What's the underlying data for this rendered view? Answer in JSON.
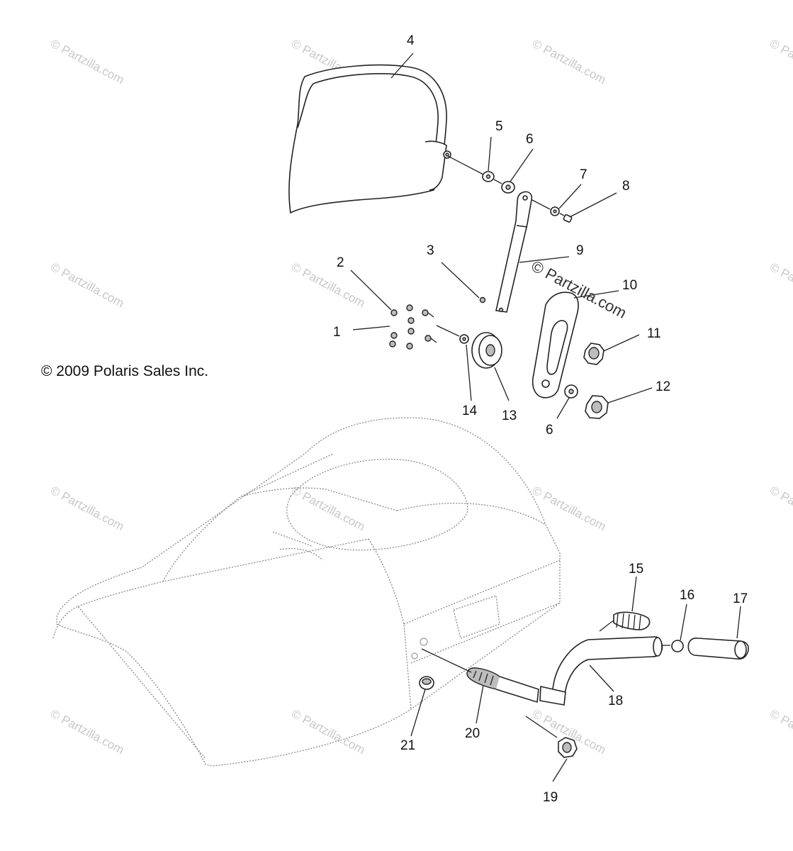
{
  "copyright": "© 2009 Polaris Sales Inc.",
  "watermark_text": "© Partzilla.com",
  "callouts": [
    {
      "id": "1",
      "label": "1"
    },
    {
      "id": "2",
      "label": "2"
    },
    {
      "id": "3",
      "label": "3"
    },
    {
      "id": "4",
      "label": "4"
    },
    {
      "id": "5",
      "label": "5"
    },
    {
      "id": "6a",
      "label": "6"
    },
    {
      "id": "6b",
      "label": "6"
    },
    {
      "id": "7",
      "label": "7"
    },
    {
      "id": "8",
      "label": "8"
    },
    {
      "id": "9",
      "label": "9"
    },
    {
      "id": "10",
      "label": "10"
    },
    {
      "id": "11",
      "label": "11"
    },
    {
      "id": "12",
      "label": "12"
    },
    {
      "id": "13",
      "label": "13"
    },
    {
      "id": "14",
      "label": "14"
    },
    {
      "id": "15",
      "label": "15"
    },
    {
      "id": "16",
      "label": "16"
    },
    {
      "id": "17",
      "label": "17"
    },
    {
      "id": "18",
      "label": "18"
    },
    {
      "id": "19",
      "label": "19"
    },
    {
      "id": "20",
      "label": "20"
    },
    {
      "id": "21",
      "label": "21"
    }
  ]
}
